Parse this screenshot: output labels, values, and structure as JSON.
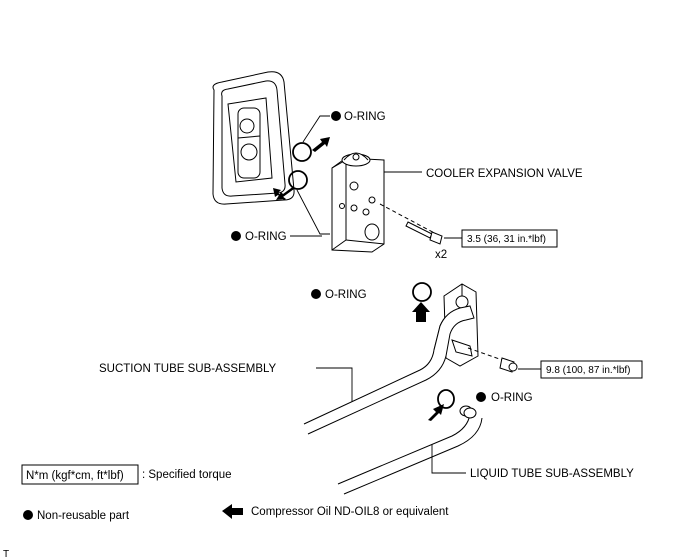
{
  "labels": {
    "oring_top": "O-RING",
    "oring_left": "O-RING",
    "expansion_valve": "COOLER EXPANSION VALVE",
    "x2": "x2",
    "torque_valve": "3.5 (36, 31 in.*lbf)",
    "oring_mid": "O-RING",
    "suction_tube": "SUCTION TUBE SUB-ASSEMBLY",
    "torque_suction": "9.8 (100, 87 in.*lbf)",
    "oring_lower": "O-RING",
    "liquid_tube": "LIQUID TUBE SUB-ASSEMBLY"
  },
  "legend": {
    "torque_units": "N*m (kgf*cm, ft*lbf)",
    "torque_desc": ": Specified torque",
    "nonreusable": "Non-reusable part",
    "oil": "Compressor Oil ND-OIL8 or equivalent"
  },
  "corner_mark": "T"
}
